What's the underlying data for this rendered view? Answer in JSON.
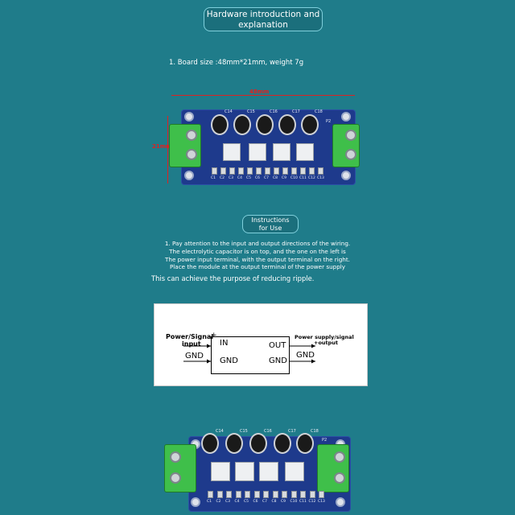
{
  "header": {
    "hardware_title_line1": "Hardware introduction and",
    "hardware_title_line2": "explanation",
    "board_size": "1. Board size :48mm*21mm, weight 7g"
  },
  "instructions": {
    "title_line1": "Instructions",
    "title_line2": "for Use",
    "lines": [
      "1. Pay attention to the input and output directions of the wiring.",
      "The electrolytic capacitor is on top, and the one on the left is",
      "The power input terminal, with the output terminal on the right.",
      "Place the module at the output terminal of the power supply",
      "This can achieve the purpose of reducing ripple."
    ]
  },
  "diagram": {
    "left_label_line1": "Power/Signal",
    "left_label_line2": "input",
    "left_plus": "+",
    "left_gnd": "GND",
    "in_label": "IN",
    "out_label": "OUT",
    "gnd_left": "GND",
    "gnd_right": "GND",
    "right_label_line1": "Power supply/signal",
    "right_label_line2": "output",
    "right_plus": "+",
    "right_gnd": "GND"
  },
  "board_top": {
    "dim_width": "48mm",
    "dim_height": "21mm",
    "cap_labels": [
      "C14",
      "C15",
      "C16",
      "C17",
      "C18"
    ],
    "p2_label": "P2",
    "smd_labels": [
      "C1",
      "C2",
      "C3",
      "C4",
      "C5",
      "C6",
      "C7",
      "C8",
      "C9",
      "C10",
      "C11",
      "C12",
      "C13"
    ]
  },
  "board_bottom": {
    "cap_labels": [
      "C14",
      "C15",
      "C16",
      "C17",
      "C18"
    ],
    "p2_label": "P2",
    "smd_labels": [
      "C1",
      "C2",
      "C3",
      "C4",
      "C5",
      "C6",
      "C7",
      "C8",
      "C9",
      "C10",
      "C11",
      "C12",
      "C13"
    ]
  },
  "colors": {
    "background": "#1f7c8a",
    "pcb": "#1e3a8c",
    "terminal": "#3fbf4a",
    "dimension": "#e02020"
  }
}
